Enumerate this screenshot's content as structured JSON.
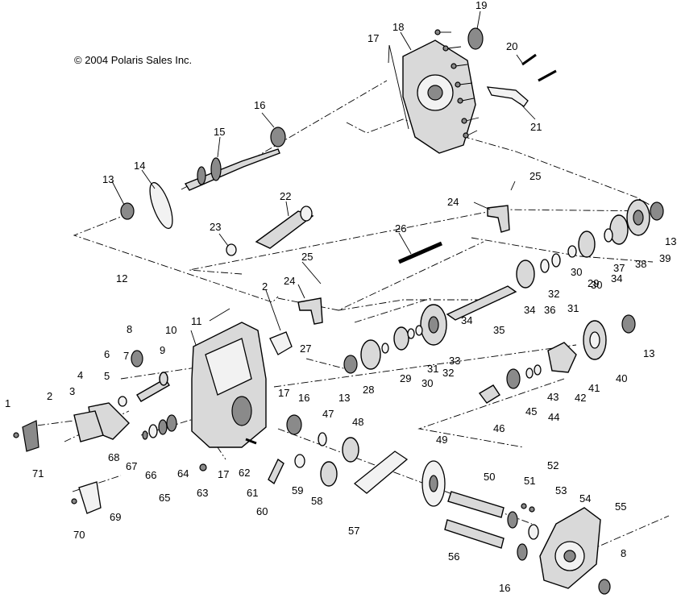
{
  "copyright": "© 2004 Polaris Sales Inc.",
  "callouts": [
    {
      "id": "1",
      "text": "1"
    },
    {
      "id": "2a",
      "text": "2"
    },
    {
      "id": "2b",
      "text": "2"
    },
    {
      "id": "3",
      "text": "3"
    },
    {
      "id": "4",
      "text": "4"
    },
    {
      "id": "5",
      "text": "5"
    },
    {
      "id": "6",
      "text": "6"
    },
    {
      "id": "7",
      "text": "7"
    },
    {
      "id": "8a",
      "text": "8"
    },
    {
      "id": "8b",
      "text": "8"
    },
    {
      "id": "9",
      "text": "9"
    },
    {
      "id": "10",
      "text": "10"
    },
    {
      "id": "11",
      "text": "11"
    },
    {
      "id": "12",
      "text": "12"
    },
    {
      "id": "13a",
      "text": "13"
    },
    {
      "id": "13b",
      "text": "13"
    },
    {
      "id": "13c",
      "text": "13"
    },
    {
      "id": "13d",
      "text": "13"
    },
    {
      "id": "14",
      "text": "14"
    },
    {
      "id": "15",
      "text": "15"
    },
    {
      "id": "16a",
      "text": "16"
    },
    {
      "id": "16b",
      "text": "16"
    },
    {
      "id": "16c",
      "text": "16"
    },
    {
      "id": "17a",
      "text": "17"
    },
    {
      "id": "17b",
      "text": "17"
    },
    {
      "id": "17c",
      "text": "17"
    },
    {
      "id": "18",
      "text": "18"
    },
    {
      "id": "19",
      "text": "19"
    },
    {
      "id": "20",
      "text": "20"
    },
    {
      "id": "21",
      "text": "21"
    },
    {
      "id": "22",
      "text": "22"
    },
    {
      "id": "23",
      "text": "23"
    },
    {
      "id": "24a",
      "text": "24"
    },
    {
      "id": "24b",
      "text": "24"
    },
    {
      "id": "25a",
      "text": "25"
    },
    {
      "id": "25b",
      "text": "25"
    },
    {
      "id": "26",
      "text": "26"
    },
    {
      "id": "27",
      "text": "27"
    },
    {
      "id": "28",
      "text": "28"
    },
    {
      "id": "29a",
      "text": "29"
    },
    {
      "id": "29b",
      "text": "29"
    },
    {
      "id": "30a",
      "text": "30"
    },
    {
      "id": "30b",
      "text": "30"
    },
    {
      "id": "30c",
      "text": "30"
    },
    {
      "id": "31a",
      "text": "31"
    },
    {
      "id": "31b",
      "text": "31"
    },
    {
      "id": "32a",
      "text": "32"
    },
    {
      "id": "32b",
      "text": "32"
    },
    {
      "id": "33",
      "text": "33"
    },
    {
      "id": "34a",
      "text": "34"
    },
    {
      "id": "34b",
      "text": "34"
    },
    {
      "id": "34c",
      "text": "34"
    },
    {
      "id": "35",
      "text": "35"
    },
    {
      "id": "36",
      "text": "36"
    },
    {
      "id": "37",
      "text": "37"
    },
    {
      "id": "38",
      "text": "38"
    },
    {
      "id": "39",
      "text": "39"
    },
    {
      "id": "40",
      "text": "40"
    },
    {
      "id": "41",
      "text": "41"
    },
    {
      "id": "42",
      "text": "42"
    },
    {
      "id": "43",
      "text": "43"
    },
    {
      "id": "44",
      "text": "44"
    },
    {
      "id": "45",
      "text": "45"
    },
    {
      "id": "46",
      "text": "46"
    },
    {
      "id": "47",
      "text": "47"
    },
    {
      "id": "48",
      "text": "48"
    },
    {
      "id": "49",
      "text": "49"
    },
    {
      "id": "50",
      "text": "50"
    },
    {
      "id": "51",
      "text": "51"
    },
    {
      "id": "52",
      "text": "52"
    },
    {
      "id": "53",
      "text": "53"
    },
    {
      "id": "54",
      "text": "54"
    },
    {
      "id": "55",
      "text": "55"
    },
    {
      "id": "56",
      "text": "56"
    },
    {
      "id": "57",
      "text": "57"
    },
    {
      "id": "58",
      "text": "58"
    },
    {
      "id": "59",
      "text": "59"
    },
    {
      "id": "60",
      "text": "60"
    },
    {
      "id": "61",
      "text": "61"
    },
    {
      "id": "62",
      "text": "62"
    },
    {
      "id": "63",
      "text": "63"
    },
    {
      "id": "64",
      "text": "64"
    },
    {
      "id": "65",
      "text": "65"
    },
    {
      "id": "66",
      "text": "66"
    },
    {
      "id": "67",
      "text": "67"
    },
    {
      "id": "68",
      "text": "68"
    },
    {
      "id": "69",
      "text": "69"
    },
    {
      "id": "70",
      "text": "70"
    },
    {
      "id": "71",
      "text": "71"
    }
  ]
}
